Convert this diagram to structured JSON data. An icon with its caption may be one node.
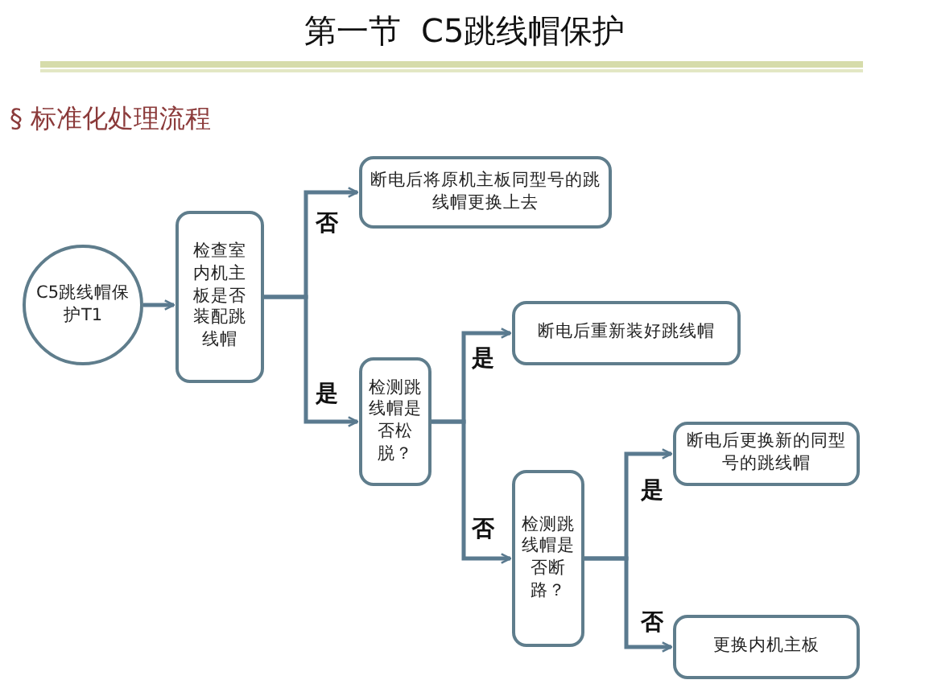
{
  "diagram": {
    "title": "第一节  C5跳线帽保护",
    "nodes": [
      {
        "text": [
          "C5跳线帽保护T1"
        ]
      },
      {
        "text": [
          "检查室内机主板是否装配跳线帽"
        ]
      },
      {
        "text": [
          "断电后将原机主板同型号的跳线帽更换上去"
        ]
      },
      {
        "text": [
          "检测跳线帽是否松脱？"
        ]
      },
      {
        "text": [
          "断电后重新装好跳线帽"
        ]
      },
      {
        "text": [
          "检测跳线帽是否断路？"
        ]
      },
      {
        "text": [
          "断电后更换新的同型号的跳线帽"
        ]
      },
      {
        "text": [
          "更换内机主板"
        ]
      }
    ],
    "edges": [
      {
        "from": 0,
        "to": 1,
        "arrow": "to"
      },
      {
        "from": 1,
        "to": 2,
        "arrow": "to",
        "label": "否"
      },
      {
        "from": 1,
        "to": 3,
        "arrow": "to",
        "label": "是"
      },
      {
        "from": 3,
        "to": 4,
        "arrow": "to",
        "label": "是"
      },
      {
        "from": 3,
        "to": 5,
        "arrow": "to",
        "label": "否"
      },
      {
        "from": 5,
        "to": 6,
        "arrow": "to",
        "label": "是"
      },
      {
        "from": 5,
        "to": 7,
        "arrow": "to",
        "label": "否"
      }
    ],
    "labels": [
      "§ 标准化处理流程"
    ]
  }
}
